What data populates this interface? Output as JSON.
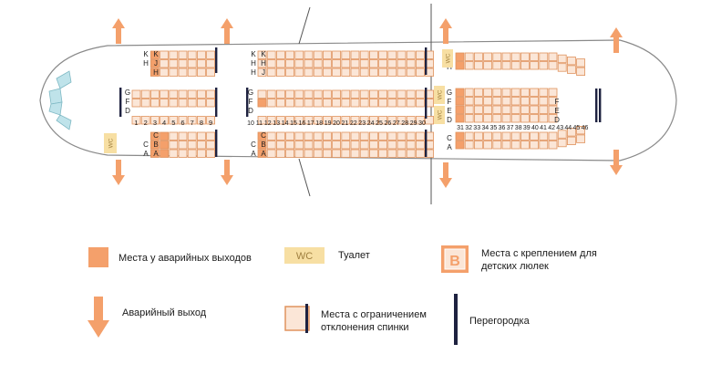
{
  "colors": {
    "emergency_seat": "#f4a06b",
    "seat_fill": "#fbe6d7",
    "seat_border": "#e0935e",
    "exit_arrow": "#f4a06b",
    "wc_fill": "#f7dfa3",
    "wc_text": "#a08040",
    "partition": "#1e2240",
    "fuselage": "#8a8a8a",
    "window": "#bfe3ea"
  },
  "row_labels": {
    "section1": [
      "1",
      "2",
      "3",
      "4",
      "5",
      "6",
      "7",
      "8",
      "9"
    ],
    "section2": [
      "10",
      "11",
      "12",
      "13",
      "14",
      "15",
      "16",
      "17",
      "18",
      "19",
      "20",
      "21",
      "22",
      "23",
      "24",
      "25",
      "26",
      "27",
      "28",
      "29",
      "30"
    ],
    "section3": [
      "31",
      "32",
      "33",
      "34",
      "35",
      "36",
      "37",
      "38",
      "39",
      "40",
      "41",
      "42",
      "43",
      "44",
      "45",
      "46"
    ]
  },
  "column_letters": {
    "top": [
      "K",
      "H",
      "J",
      "H"
    ],
    "middle": [
      "G",
      "F",
      "E",
      "D"
    ],
    "bottom": [
      "C",
      "B",
      "A"
    ]
  },
  "cabin": {
    "wc_label": "WC"
  },
  "legend": {
    "emergency_seats": "Места у аварийных выходов",
    "wc_label": "WC",
    "toilet": "Туалет",
    "bassinet_letter": "B",
    "bassinet_seats": "Места с креплением для\nдетских люлек",
    "exit": "Аварийный выход",
    "restricted_recline": "Места с ограничением\nотклонения спинки",
    "partition": "Перегородка"
  }
}
